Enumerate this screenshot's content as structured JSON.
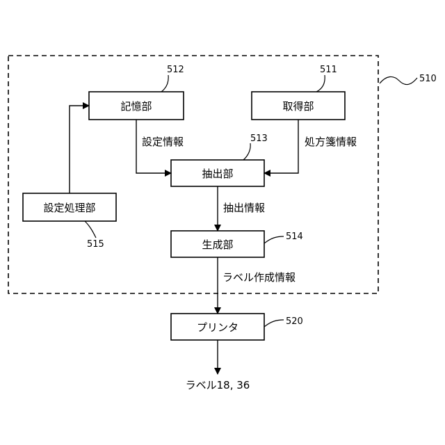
{
  "diagram": {
    "group_ref": "510",
    "nodes": {
      "storage": {
        "label": "記憶部",
        "ref": "512"
      },
      "acquisition": {
        "label": "取得部",
        "ref": "511"
      },
      "extraction": {
        "label": "抽出部",
        "ref": "513"
      },
      "settings_processing": {
        "label": "設定処理部",
        "ref": "515"
      },
      "generation": {
        "label": "生成部",
        "ref": "514"
      },
      "printer": {
        "label": "プリンタ",
        "ref": "520"
      }
    },
    "edges": {
      "setting_info": "設定情報",
      "prescription_info": "処方箋情報",
      "extraction_info": "抽出情報",
      "label_creation_info": "ラベル作成情報"
    },
    "output": "ラベル18, 36"
  }
}
